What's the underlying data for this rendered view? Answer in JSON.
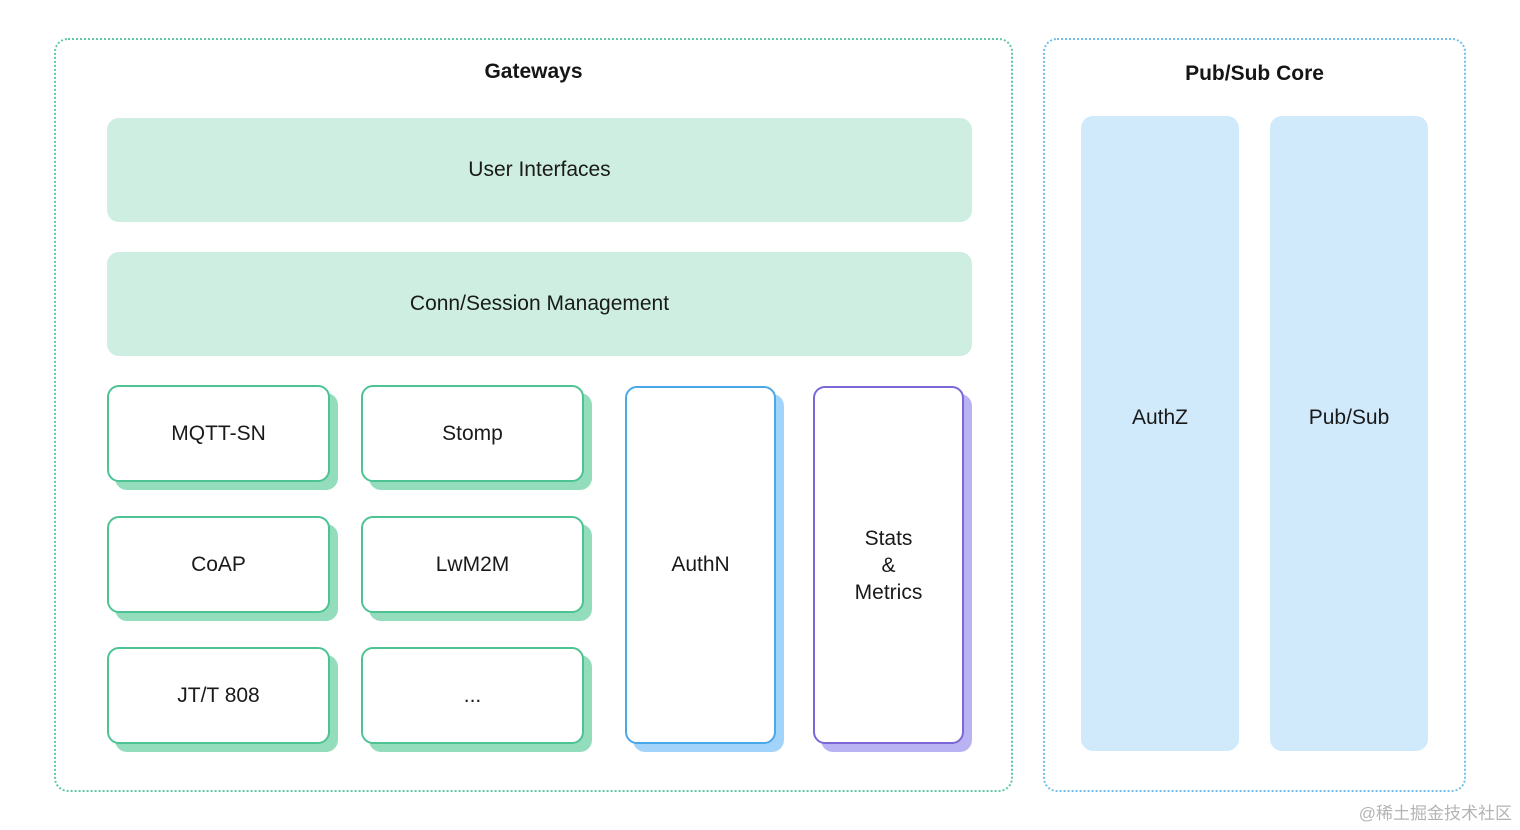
{
  "gateways": {
    "title": "Gateways",
    "user_interfaces": "User Interfaces",
    "conn_session": "Conn/Session Management",
    "protocols": [
      "MQTT-SN",
      "Stomp",
      "CoAP",
      "LwM2M",
      "JT/T 808",
      "..."
    ],
    "authn": "AuthN",
    "stats": [
      "Stats",
      "&",
      "Metrics"
    ]
  },
  "core": {
    "title": "Pub/Sub Core",
    "authz": "AuthZ",
    "pubsub": "Pub/Sub"
  },
  "watermark": "@稀土掘金技术社区",
  "colors": {
    "gateway_border": "#5fc8a2",
    "core_border": "#6ec1ec",
    "band_fill": "#cdeee0",
    "protocol_border": "#4dc393",
    "authn_border": "#4aa8e8",
    "stats_border": "#7c66d8",
    "core_fill": "#d0eafc"
  }
}
